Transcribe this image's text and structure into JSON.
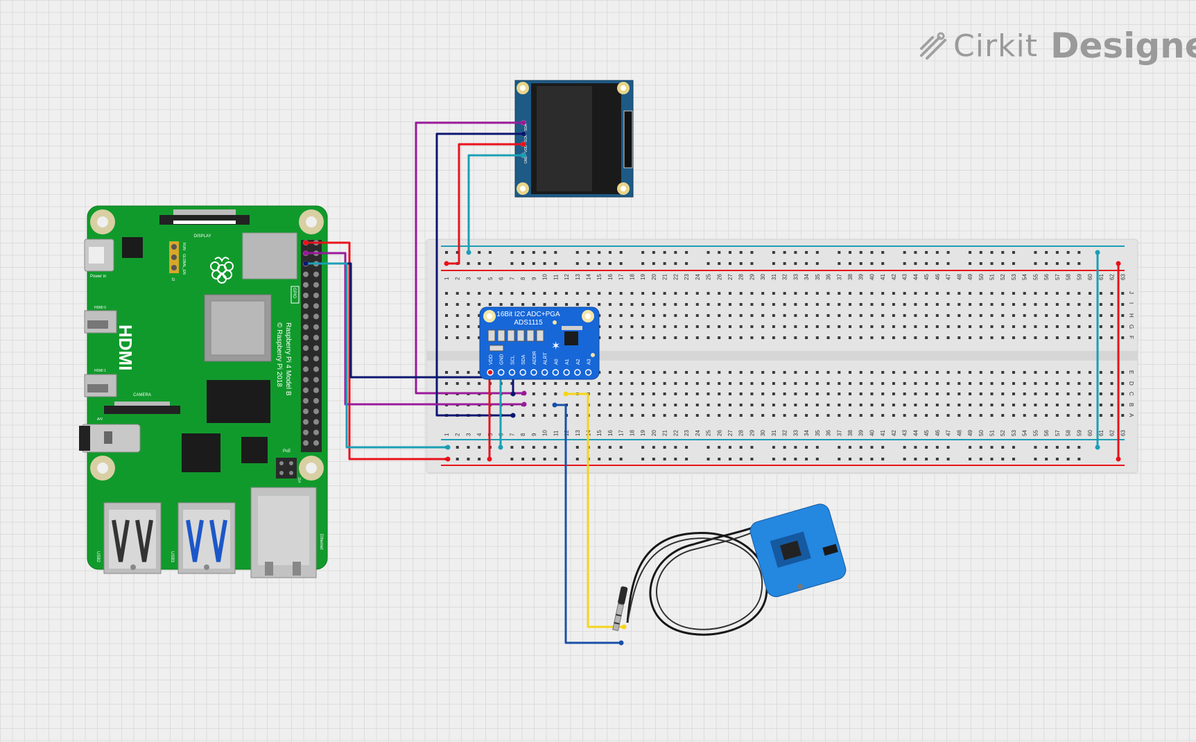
{
  "logo": {
    "brand": "Cirkit",
    "brand_bold": "Designer"
  },
  "rpi": {
    "model": "Raspberry Pi 4 Model B",
    "copyright": "© Raspberry Pi 2018",
    "hdmi": "HDMI",
    "hdmi0": "HDMI 0",
    "hdmi1": "HDMI 1",
    "display": "DISPLAY",
    "camera": "CAMERA",
    "gpio": "GPIO",
    "poe": "PoE",
    "power": "Power in",
    "usb2": "USB2",
    "usb3": "USB3",
    "ethernet": "Ethernet",
    "run": "RUN",
    "global_en": "GLOBAL_EN",
    "j2": "J2",
    "j14": "J14",
    "av": "A/V"
  },
  "oled": {
    "pins": [
      "SDA",
      "SCK",
      "VDD",
      "GND"
    ]
  },
  "adc": {
    "title": "16Bit I2C ADC+PGA",
    "model": "ADS1115",
    "pins": [
      "VDD",
      "GND",
      "SCL",
      "SDA",
      "ADDR",
      "ALRT",
      "A0",
      "A1",
      "A2",
      "A3"
    ]
  },
  "breadboard": {
    "columns": [
      "1",
      "2",
      "3",
      "4",
      "5",
      "6",
      "7",
      "8",
      "9",
      "10",
      "11",
      "12",
      "13",
      "14",
      "15",
      "16",
      "17",
      "18",
      "19",
      "20",
      "21",
      "22",
      "23",
      "24",
      "25",
      "26",
      "27",
      "28",
      "29",
      "30",
      "31",
      "32",
      "33",
      "34",
      "35",
      "36",
      "37",
      "38",
      "39",
      "40",
      "41",
      "42",
      "43",
      "44",
      "45",
      "46",
      "47",
      "48",
      "49",
      "50",
      "51",
      "52",
      "53",
      "54",
      "55",
      "56",
      "57",
      "58",
      "59",
      "60",
      "61",
      "62",
      "63"
    ],
    "rows_top": [
      "J",
      "I",
      "H",
      "G",
      "F"
    ],
    "rows_bottom": [
      "E",
      "D",
      "C",
      "B",
      "A"
    ]
  },
  "colors": {
    "red": "#e8121b",
    "teal": "#1a9fb5",
    "purple": "#9a1a9a",
    "navy": "#0c1670",
    "blue": "#1850a8",
    "yellow": "#f6d51a",
    "pcb_green": "#119a2c",
    "adc_blue": "#1767d8",
    "sensor_blue": "#2487e0"
  }
}
